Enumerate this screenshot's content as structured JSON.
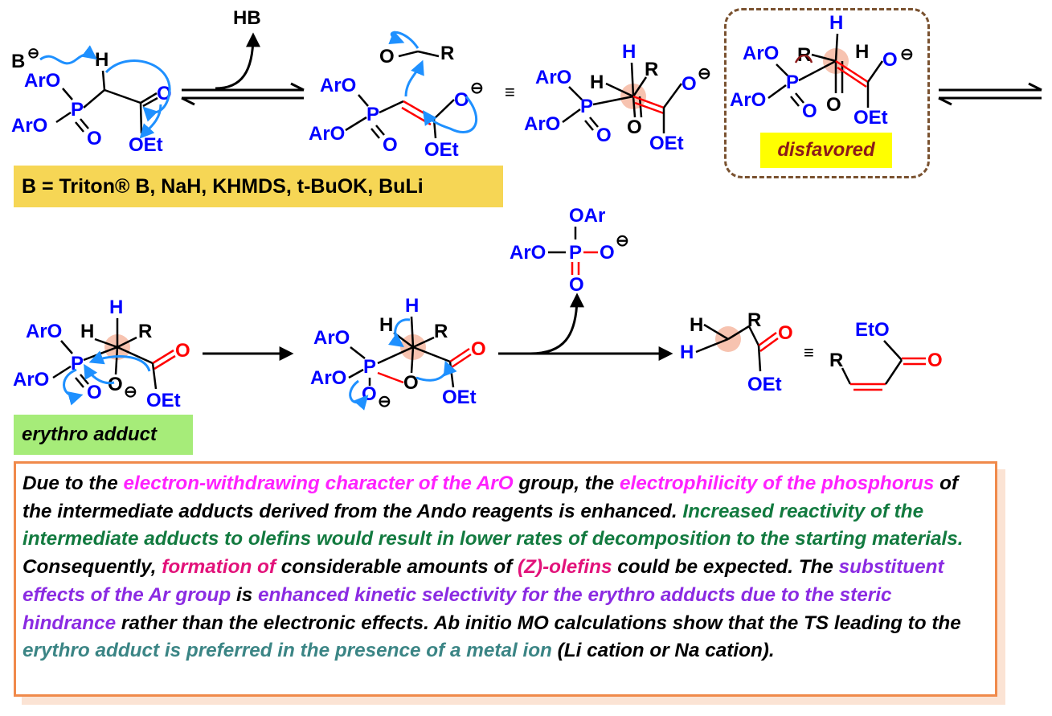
{
  "labels": {
    "base_definition": "B = Triton® B, NaH, KHMDS, t-BuOK, BuLi",
    "disfavored": "disfavored",
    "erythro_adduct": "erythro adduct",
    "equiv": "≡"
  },
  "atoms": {
    "B": "B",
    "HB": "HB",
    "H": "H",
    "P": "P",
    "O": "O",
    "ArO": "ArO",
    "OEt": "OEt",
    "R": "R",
    "EtO": "EtO",
    "OAr": "OAr",
    "minus": "⊖"
  },
  "note": {
    "s1": "Due to the ",
    "s2": "electron-withdrawing character of the ArO",
    "s3": " group, the ",
    "s4": "electrophilicity of the phosphorus",
    "s5": " of the intermediate adducts derived from the Ando reagents is enhanced. ",
    "s6": "Increased reactivity of the intermediate adducts to olefins would result in lower rates of decomposition to the starting materials.",
    "s7": " Consequently, ",
    "s8": "formation of",
    "s9": " considerable amounts of ",
    "s10": "(Z)-olefins",
    "s11": " could be expected. The ",
    "s12": "substituent effects of the Ar group",
    "s13": " is ",
    "s14": "enhanced kinetic selectivity for the erythro adducts due to the steric hindrance",
    "s15": " rather than the electronic effects. Ab initio MO calculations show that the TS leading to the ",
    "s16": "erythro adduct  is preferred in the presence of a metal ion",
    "s17": " (Li cation or Na cation)."
  },
  "colors": {
    "atom_blue": "#0000ff",
    "atom_red": "#ff0000",
    "arrow_blue": "#1e90ff",
    "highlight_pink": "#f7c3b0",
    "emph_magenta": "#ff21ff",
    "emph_green": "#127a3f",
    "emph_pink": "#e2127a",
    "emph_violet": "#8b2be2",
    "emph_teal": "#3b8585"
  }
}
